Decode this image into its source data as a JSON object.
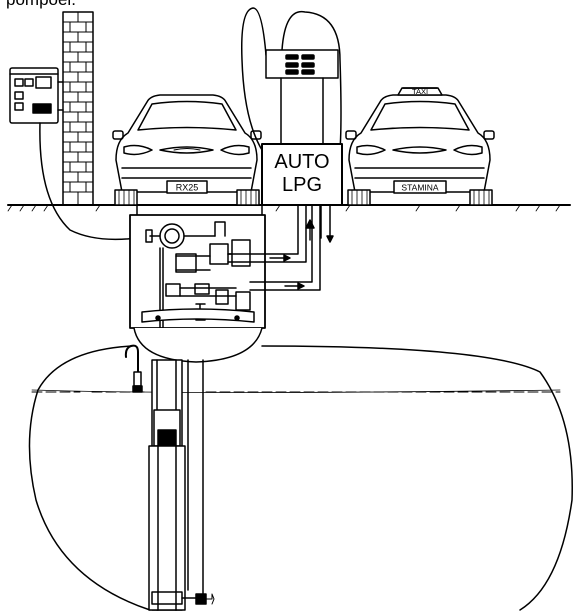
{
  "caption": "pompoel.",
  "dispenser": {
    "line1": "AUTO",
    "line2": "LPG"
  },
  "plates": {
    "left": "RX25",
    "right": "STAMINA"
  },
  "taxi_sign": "TAXI",
  "colors": {
    "ink": "#000000",
    "background": "#ffffff"
  }
}
